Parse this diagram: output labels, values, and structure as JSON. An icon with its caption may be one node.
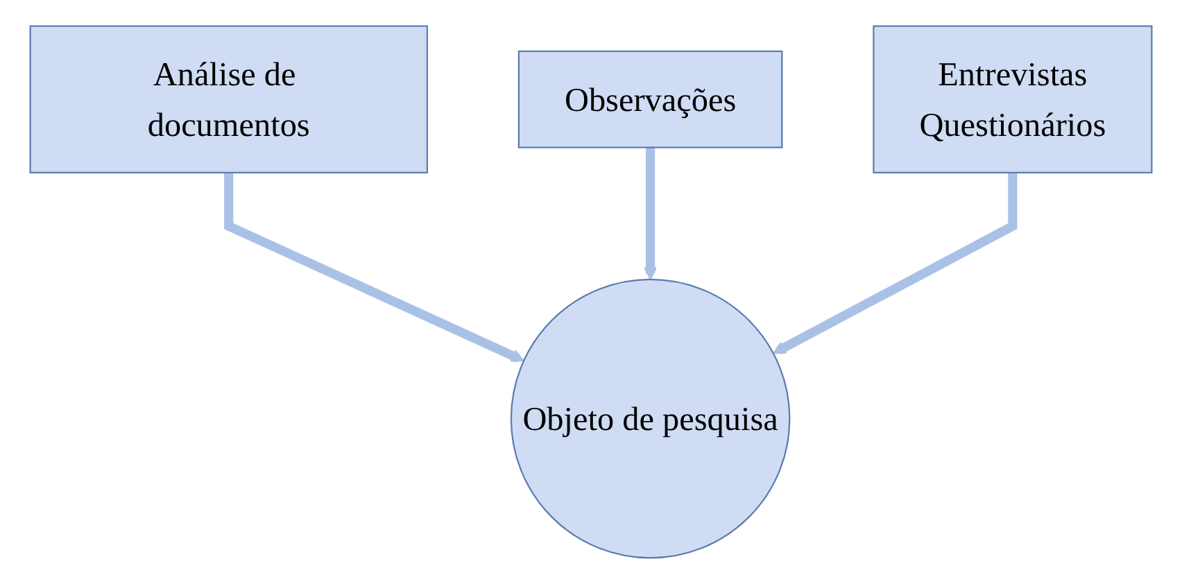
{
  "diagram": {
    "nodes": [
      {
        "text": [
          "Observações"
        ]
      },
      {
        "text": [
          "Análise de documentos"
        ]
      },
      {
        "text": [
          "Entrevistas",
          "Questionários"
        ]
      },
      {
        "text": [
          "Objeto de pesquisa"
        ]
      }
    ],
    "edges": [
      {
        "from": 1,
        "to": 3,
        "arrow": "to"
      },
      {
        "from": 0,
        "to": 3,
        "arrow": "to"
      },
      {
        "from": 2,
        "to": 3,
        "arrow": "to"
      }
    ]
  }
}
